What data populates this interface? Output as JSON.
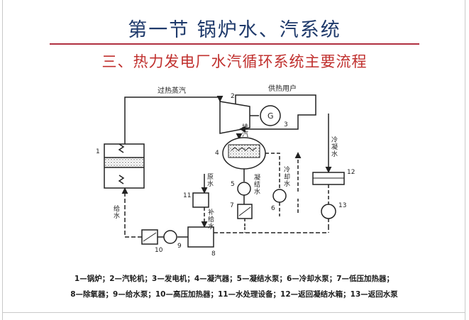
{
  "slide": {
    "title": "第一节  锅炉水、汽系统",
    "subtitle": "三、热力发电厂水汽循环系统主要流程"
  },
  "diagram": {
    "labels": {
      "superheated_steam": "过热蒸汽",
      "heat_user": "供热用户",
      "exhaust": "排汽",
      "cooling_water_top": "冷凝水",
      "cooling_water": "冷却水",
      "condensate": "凝结水",
      "raw_water": "原水",
      "makeup_water": "补给水",
      "feed_water": "给水",
      "generator_symbol": "G"
    },
    "component_numbers": [
      "1",
      "2",
      "3",
      "4",
      "5",
      "6",
      "7",
      "8",
      "9",
      "10",
      "11",
      "12",
      "13"
    ]
  },
  "legend": {
    "line1": "1—锅炉；2—汽轮机；3—发电机；4—凝汽器；5—凝结水泵；6—冷却水泵；7—低压加热器；",
    "line2": "8—除氧器；9—给水泵；10—高压加热器；11—水处理设备；12—返回凝结水箱；13—返回水泵"
  }
}
